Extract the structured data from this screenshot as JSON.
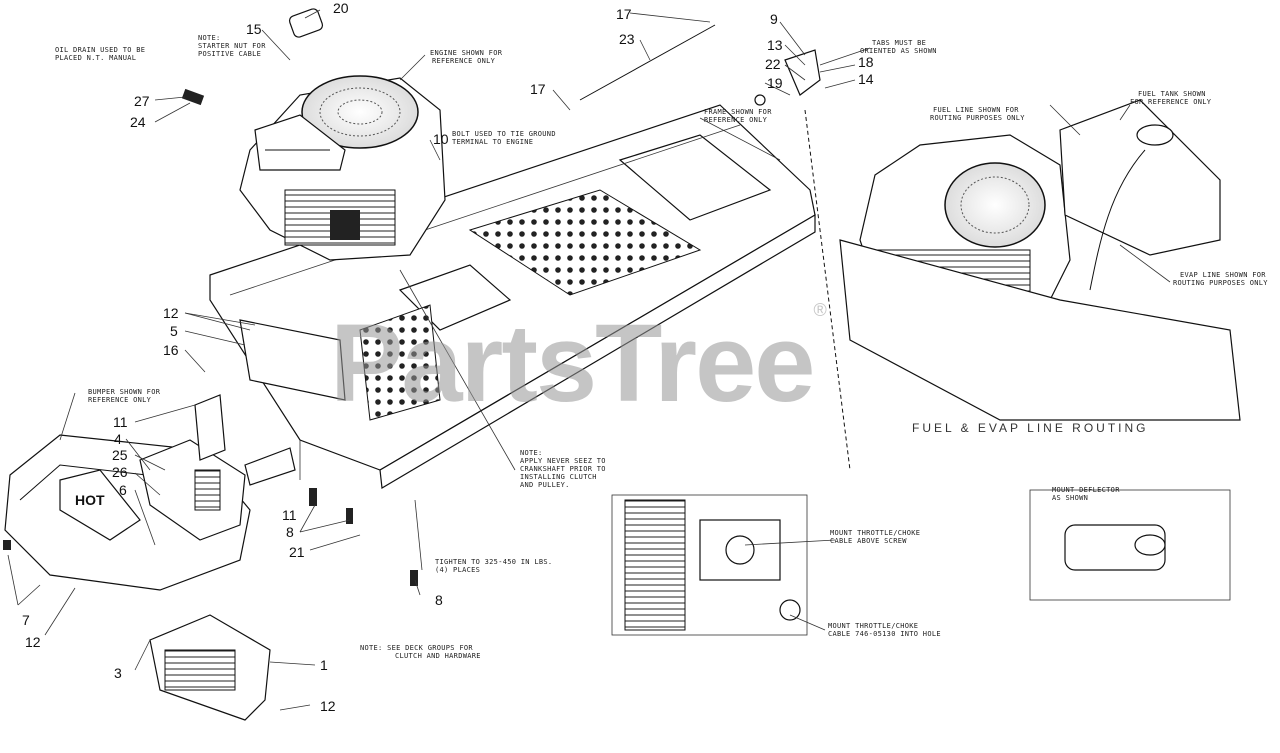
{
  "watermark": {
    "brand": "PartsTree",
    "mark": "®"
  },
  "callouts": [
    "20",
    "15",
    "27",
    "24",
    "10",
    "17",
    "23",
    "17",
    "9",
    "13",
    "22",
    "18",
    "19",
    "14",
    "12",
    "5",
    "16",
    "11",
    "4",
    "25",
    "26",
    "6",
    "11",
    "8",
    "21",
    "7",
    "12",
    "3",
    "8",
    "1",
    "12"
  ],
  "notes": {
    "oil_drain": [
      "OIL DRAIN USED TO BE",
      "PLACED N.T. MANUAL"
    ],
    "starter_nut": [
      "NOTE:",
      "STARTER NUT FOR",
      "POSITIVE CABLE"
    ],
    "engine_ref": [
      "ENGINE SHOWN FOR",
      "REFERENCE ONLY"
    ],
    "bolt_ground": [
      "BOLT USED TO TIE GROUND",
      "TERMINAL TO ENGINE"
    ],
    "tabs": [
      "TABS MUST BE",
      "ORIENTED AS SHOWN"
    ],
    "frame_ref": [
      "FRAME SHOWN FOR",
      "REFERENCE ONLY"
    ],
    "fuel_line": [
      "FUEL LINE SHOWN FOR",
      "ROUTING PURPOSES ONLY"
    ],
    "fuel_tank": [
      "FUEL TANK SHOWN",
      "FOR REFERENCE ONLY"
    ],
    "evap_line": [
      "EVAP LINE SHOWN FOR",
      "ROUTING PURPOSES ONLY"
    ],
    "bumper_ref": [
      "BUMPER SHOWN FOR",
      "REFERENCE ONLY"
    ],
    "never_seez": [
      "NOTE:",
      "APPLY NEVER SEEZ TO",
      "CRANKSHAFT PRIOR TO",
      "INSTALLING CLUTCH",
      "AND PULLEY."
    ],
    "tighten": [
      "TIGHTEN TO 325-450 IN LBS.",
      "(4) PLACES"
    ],
    "throttle_above": [
      "MOUNT THROTTLE/CHOKE",
      "CABLE ABOVE SCREW"
    ],
    "throttle_hole": [
      "MOUNT THROTTLE/CHOKE",
      "CABLE 746-05130 INTO HOLE"
    ],
    "deck_groups": [
      "NOTE: SEE DECK GROUPS FOR",
      "CLUTCH AND HARDWARE"
    ],
    "deflector": [
      "MOUNT DEFLECTOR",
      "AS SHOWN"
    ]
  },
  "section_title": "FUEL & EVAP LINE ROUTING",
  "labels": {
    "hot": "HOT"
  }
}
